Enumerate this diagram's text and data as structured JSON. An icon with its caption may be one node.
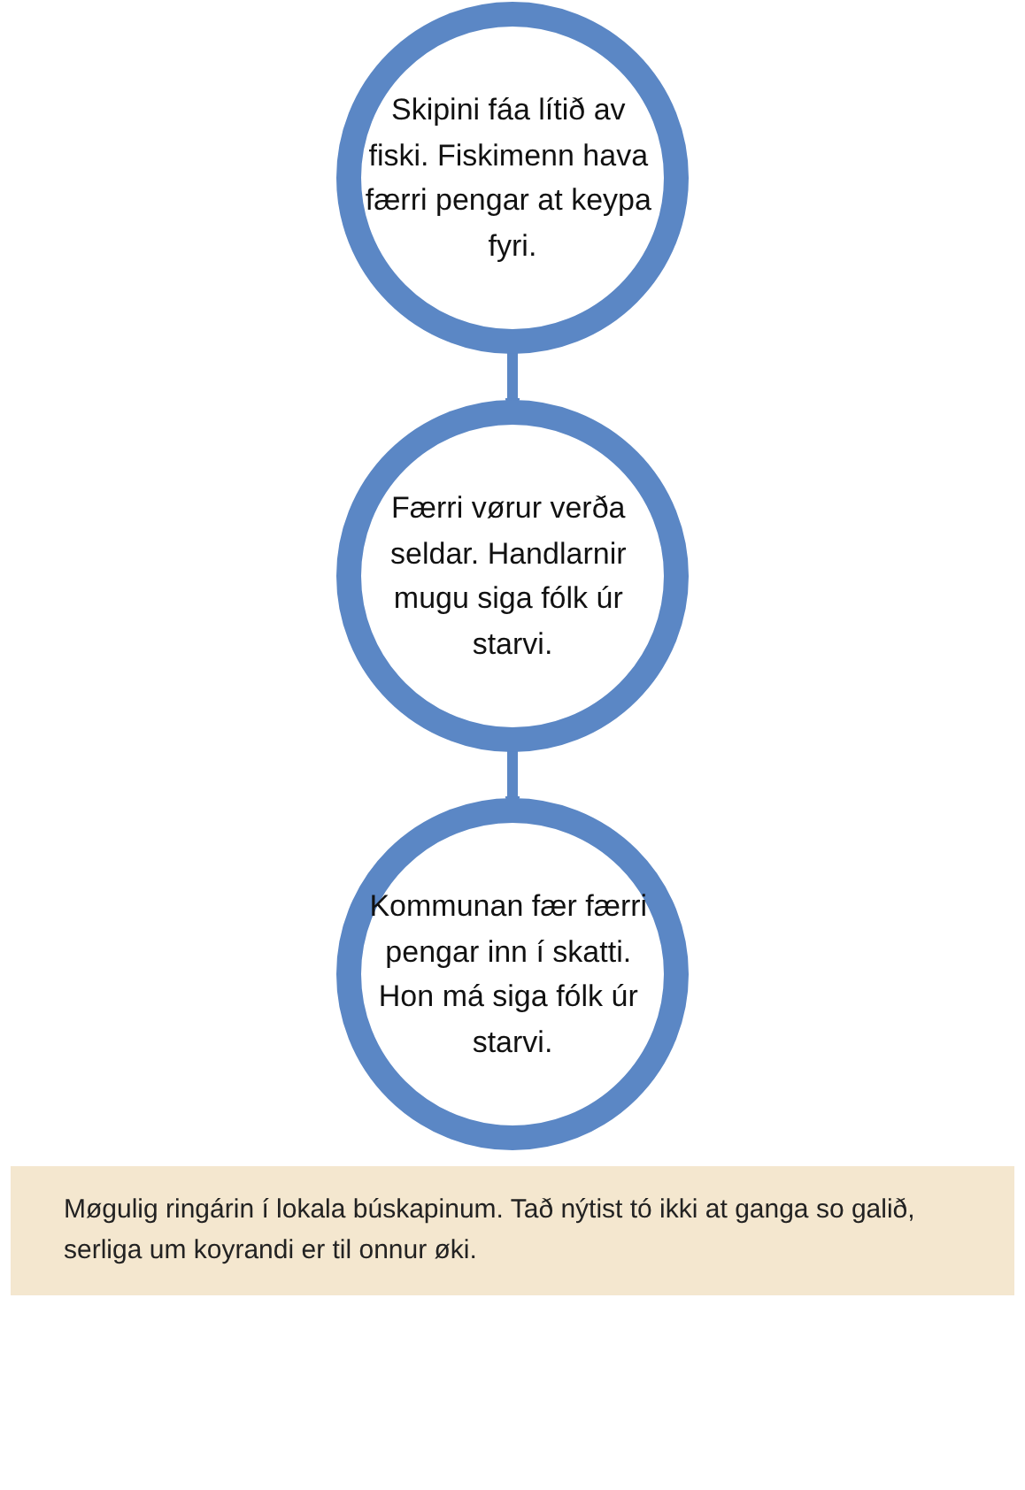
{
  "diagram": {
    "caption": "Møgulig ringárin í lokala búskapinum. Tað nýtist tó ikki at ganga so galið, serliga um koyrandi er til onnur øki.",
    "nodes": [
      {
        "text": [
          "Skipini fáa lítið av fiski. Fiskimenn hava færri pengar at keypa fyri."
        ]
      },
      {
        "text": [
          "Færri vørur verða seldar. Handlarnir mugu siga fólk úr starvi."
        ]
      },
      {
        "text": [
          "Kommunan fær færri pengar inn í skatti. Hon má siga fólk úr starvi."
        ]
      }
    ],
    "edges": [
      {
        "from": 0,
        "to": 1,
        "arrow": "to"
      },
      {
        "from": 1,
        "to": 2,
        "arrow": "to"
      }
    ]
  }
}
